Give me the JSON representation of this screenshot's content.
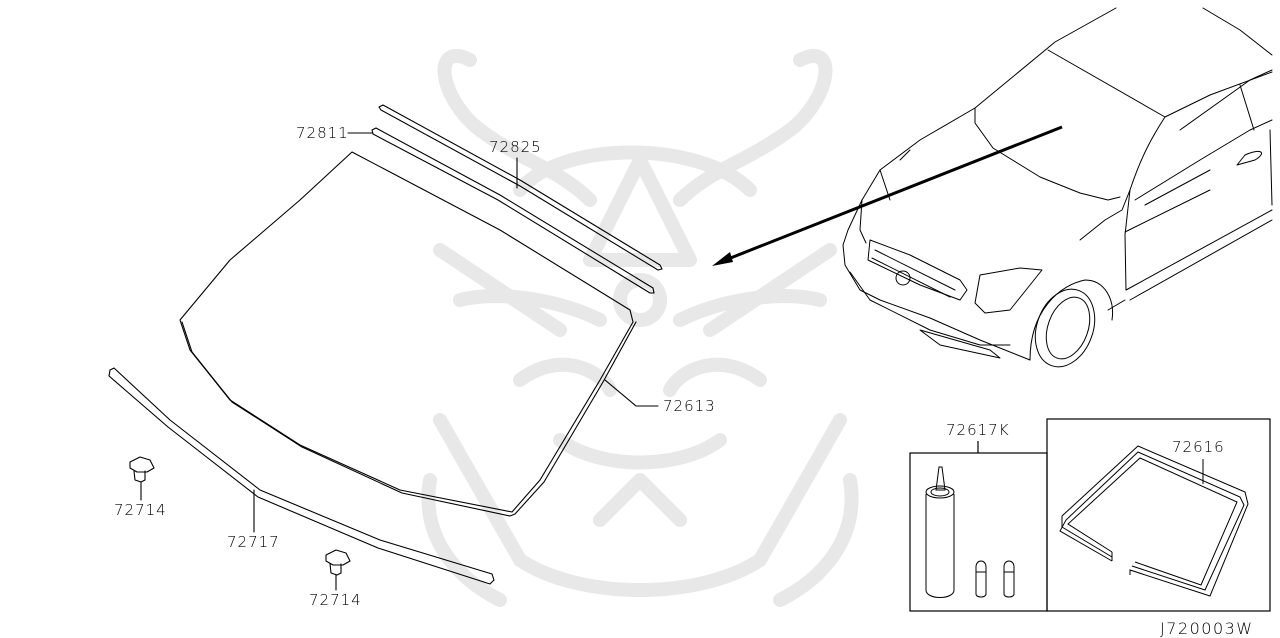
{
  "diagram": {
    "type": "exploded parts diagram",
    "subject": "Windshield glass, moldings and sealant kit",
    "reference_code": "J720003W",
    "parts": [
      {
        "id": "p72811",
        "number": "72811"
      },
      {
        "id": "p72825",
        "number": "72825"
      },
      {
        "id": "p72613",
        "number": "72613"
      },
      {
        "id": "p72717",
        "number": "72717"
      },
      {
        "id": "p72714a",
        "number": "72714"
      },
      {
        "id": "p72714b",
        "number": "72714"
      },
      {
        "id": "p72617K",
        "number": "72617K"
      },
      {
        "id": "p72616",
        "number": "72616"
      }
    ]
  },
  "colors": {
    "line": "#000000",
    "watermark": "#e6e6e6",
    "background": "#ffffff"
  }
}
